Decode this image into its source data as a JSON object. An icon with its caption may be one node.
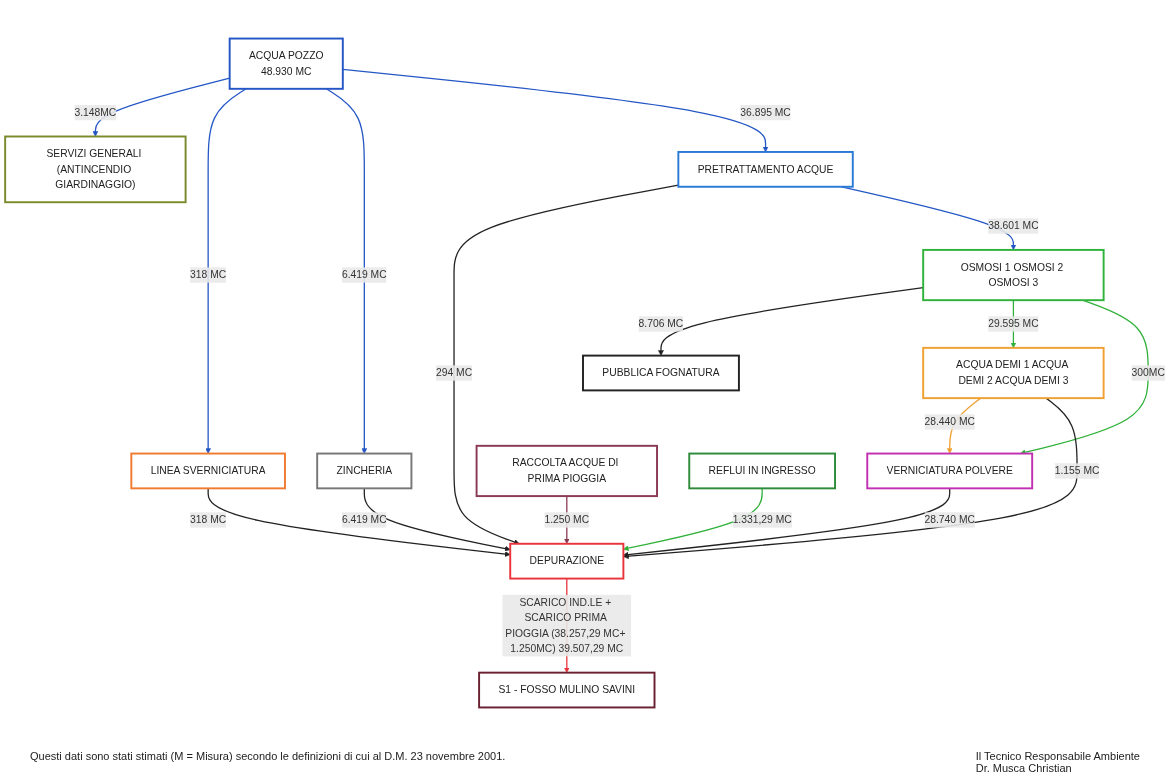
{
  "diagram": {
    "nodes": [
      {
        "text": [
          "ACQUA POZZO",
          "48.930 MC"
        ]
      },
      {
        "text": [
          "SERVIZI GENERALI (ANTINCENDIO GIARDINAGGIO)"
        ]
      },
      {
        "text": [
          "LINEA SVERNICIATURA"
        ]
      },
      {
        "text": [
          "ZINCHERIA"
        ]
      },
      {
        "text": [
          "PRETRATTAMENTO ACQUE"
        ]
      },
      {
        "text": [
          "OSMOSI 1 OSMOSI 2 OSMOSI 3"
        ]
      },
      {
        "text": [
          "PUBBLICA FOGNATURA"
        ]
      },
      {
        "text": [
          "ACQUA DEMI 1 ACQUA DEMI 2 ACQUA DEMI 3"
        ]
      },
      {
        "text": [
          "VERNICIATURA POLVERE"
        ]
      },
      {
        "text": [
          "RACCOLTA ACQUE DI PRIMA PIOGGIA"
        ]
      },
      {
        "text": [
          "REFLUI IN INGRESSO"
        ]
      },
      {
        "text": [
          "DEPURAZIONE"
        ]
      },
      {
        "text": [
          "S1 - FOSSO MULINO SAVINI"
        ]
      }
    ],
    "edges": [
      {
        "from": 0,
        "to": 1,
        "arrow": "to",
        "label": "3.148MC",
        "color": "#2457c5"
      },
      {
        "from": 0,
        "to": 2,
        "arrow": "to",
        "label": "318 MC",
        "color": "#2457c5"
      },
      {
        "from": 0,
        "to": 3,
        "arrow": "to",
        "label": "6.419 MC",
        "color": "#2457c5"
      },
      {
        "from": 0,
        "to": 4,
        "arrow": "to",
        "label": "36.895 MC",
        "color": "#2457c5"
      },
      {
        "from": 2,
        "to": 11,
        "arrow": "to",
        "label": "318 MC"
      },
      {
        "from": 3,
        "to": 11,
        "arrow": "to",
        "label": "6.419 MC"
      },
      {
        "from": 4,
        "to": 11,
        "arrow": "to",
        "label": "294 MC"
      },
      {
        "from": 4,
        "to": 5,
        "arrow": "to",
        "label": "38.601 MC",
        "color": "#2457c5"
      },
      {
        "from": 5,
        "to": 6,
        "arrow": "to",
        "label": "8.706 MC"
      },
      {
        "from": 5,
        "to": 7,
        "arrow": "to",
        "label": "29.595 MC",
        "color": "#2fb13a"
      },
      {
        "from": 5,
        "to": 8,
        "arrow": "to",
        "label": "300MC",
        "color": "#2fb13a"
      },
      {
        "from": 7,
        "to": 8,
        "arrow": "to",
        "label": "28.440 MC",
        "color": "#f0a030"
      },
      {
        "from": 7,
        "to": 11,
        "arrow": "to",
        "label": "1.155 MC"
      },
      {
        "from": 8,
        "to": 11,
        "arrow": "to",
        "label": "28.740 MC"
      },
      {
        "from": 9,
        "to": 11,
        "arrow": "to",
        "label": "1.250 MC",
        "color": "#8a3a55"
      },
      {
        "from": 10,
        "to": 11,
        "arrow": "to",
        "label": "1.331,29 MC",
        "color": "#2fb13a"
      },
      {
        "from": 11,
        "to": 12,
        "arrow": "to",
        "label": "SCARICO IND.LE + SCARICO PRIMA PIOGGIA (38.257,29 MC+ 1.250MC) 39.507,29 MC",
        "color": "#e8343a"
      }
    ],
    "labels": [
      "Questi dati sono stati stimati (M = Misura) secondo le definizioni di cui al D.M. 23 novembre 2001.",
      "Il Tecnico Responsabile Ambiente",
      "Dr. Musca Christian"
    ]
  }
}
